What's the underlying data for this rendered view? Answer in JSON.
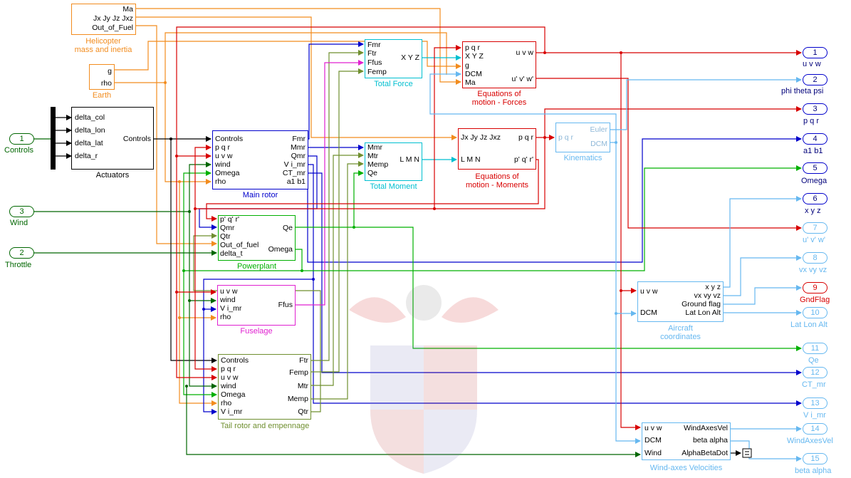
{
  "colors": {
    "orange": "#F28C1E",
    "red": "#D80000",
    "blue": "#0000CC",
    "green": "#00B000",
    "dkgreen": "#006600",
    "cyan": "#00BFD0",
    "magenta": "#E020D0",
    "ltblue": "#66B8F0",
    "olive": "#6F8F2F",
    "navy": "#00007A",
    "black": "#000000"
  },
  "blocks": {
    "heli": {
      "ports_out": [
        "Ma",
        "Jx Jy Jz Jxz",
        "Out_of_Fuel"
      ],
      "label": "Helicopter\nmass and inertia"
    },
    "earth": {
      "ports_out": [
        "g",
        "rho"
      ],
      "label": "Earth"
    },
    "actuators": {
      "ports_in": [
        "delta_col",
        "delta_lon",
        "delta_lat",
        "delta_r"
      ],
      "ports_out": [
        "Controls"
      ],
      "label": "Actuators"
    },
    "total_force": {
      "ports_in": [
        "Fmr",
        "Ftr",
        "Ffus",
        "Femp"
      ],
      "ports_out": [
        "X Y Z"
      ],
      "label": "Total Force"
    },
    "eom_forces": {
      "ports_in": [
        "p q r",
        "X Y Z",
        "g",
        "DCM",
        "Ma"
      ],
      "ports_out": [
        "u v w",
        "u' v' w'"
      ],
      "label": "Equations of\nmotion - Forces"
    },
    "main_rotor": {
      "ports_in": [
        "Controls",
        "p q r",
        "u v w",
        "wind",
        "Omega",
        "rho"
      ],
      "ports_out": [
        "Fmr",
        "Mmr",
        "Qmr",
        "V i_mr",
        "CT_mr",
        "a1 b1"
      ],
      "label": "Main rotor"
    },
    "total_moment": {
      "ports_in": [
        "Mmr",
        "Mtr",
        "Memp",
        "Qe"
      ],
      "ports_out": [
        "L M N"
      ],
      "label": "Total Moment"
    },
    "eom_moments": {
      "ports_in": [
        "Jx Jy Jz Jxz",
        "L M N"
      ],
      "ports_out": [
        "p q r",
        "p' q' r'"
      ],
      "label": "Equations of\nmotion - Moments"
    },
    "kinematics": {
      "ports_in": [
        "p q r"
      ],
      "ports_out": [
        "Euler",
        "DCM"
      ],
      "label": "Kinematics"
    },
    "powerplant": {
      "ports_in": [
        "p' q' r'",
        "Qmr",
        "Qtr",
        "Out_of_fuel",
        "delta_t"
      ],
      "ports_out": [
        "Qe",
        "Omega"
      ],
      "label": "Powerplant"
    },
    "fuselage": {
      "ports_in": [
        "u v w",
        "wind",
        "V i_mr",
        "rho"
      ],
      "ports_out": [
        "Ffus"
      ],
      "label": "Fuselage"
    },
    "tail": {
      "ports_in": [
        "Controls",
        "p q r",
        "u v w",
        "wind",
        "Omega",
        "rho",
        "V i_mr"
      ],
      "ports_out": [
        "Ftr",
        "Femp",
        "Mtr",
        "Memp",
        "Qtr"
      ],
      "label": "Tail rotor and empennage"
    },
    "aircraft": {
      "ports_in": [
        "u v w",
        "DCM"
      ],
      "ports_out": [
        "x y z",
        "vx vy vz",
        "Ground flag",
        "Lat Lon Alt"
      ],
      "label": "Aircraft\ncoordinates"
    },
    "wind_axes": {
      "ports_in": [
        "u v w",
        "DCM",
        "Wind"
      ],
      "ports_out": [
        "WindAxesVel",
        "beta alpha",
        "AlphaBetaDot"
      ],
      "label": "Wind-axes Velocities"
    }
  },
  "inports": [
    {
      "num": "1",
      "name": "Controls"
    },
    {
      "num": "3",
      "name": "Wind"
    },
    {
      "num": "2",
      "name": "Throttle"
    }
  ],
  "outports": [
    {
      "num": "1",
      "name": "u v w"
    },
    {
      "num": "2",
      "name": "phi theta psi"
    },
    {
      "num": "3",
      "name": "p q r"
    },
    {
      "num": "4",
      "name": "a1 b1"
    },
    {
      "num": "5",
      "name": "Omega"
    },
    {
      "num": "6",
      "name": "x y z"
    },
    {
      "num": "7",
      "name": "u' v' w'"
    },
    {
      "num": "8",
      "name": "vx vy vz"
    },
    {
      "num": "9",
      "name": "GndFlag"
    },
    {
      "num": "10",
      "name": "Lat Lon Alt"
    },
    {
      "num": "11",
      "name": "Qe"
    },
    {
      "num": "12",
      "name": "CT_mr"
    },
    {
      "num": "13",
      "name": "V i_mr"
    },
    {
      "num": "14",
      "name": "WindAxesVel"
    },
    {
      "num": "15",
      "name": "beta alpha"
    }
  ]
}
